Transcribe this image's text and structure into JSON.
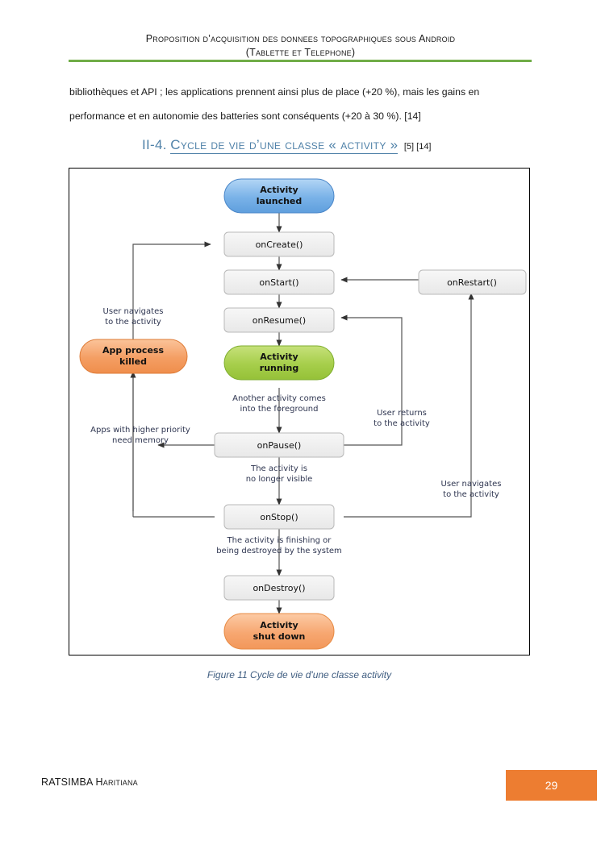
{
  "header": {
    "line1": "Proposition d’acquisition des donnees topographiques sous Android",
    "line2": "(Tablette et Telephone)",
    "rule_color": "#70AD47"
  },
  "body": {
    "line1": "bibliothèques et API ; les applications prennent ainsi plus de place (+20 %), mais les gains en",
    "line2": "performance et en autonomie des batteries sont conséquents (+20 à 30 %). [14]"
  },
  "heading": {
    "number": "II-4.",
    "title": "Cycle de vie d’une classe « activity »",
    "refs": "[5] [14]",
    "color": "#4F81A8"
  },
  "figure": {
    "caption": "Figure 11 Cycle de vie d'une classe activity",
    "frame_border_color": "#000000",
    "nodes": [
      {
        "id": "activity-launched",
        "label_line1": "Activity",
        "label_line2": "launched",
        "shape": "pill",
        "color": "#6CA6E0"
      },
      {
        "id": "oncreate",
        "label_line1": "onCreate()",
        "label_line2": "",
        "shape": "rect",
        "color": "#EFEFEF"
      },
      {
        "id": "onstart",
        "label_line1": "onStart()",
        "label_line2": "",
        "shape": "rect",
        "color": "#EFEFEF"
      },
      {
        "id": "onrestart",
        "label_line1": "onRestart()",
        "label_line2": "",
        "shape": "rect",
        "color": "#EFEFEF"
      },
      {
        "id": "onresume",
        "label_line1": "onResume()",
        "label_line2": "",
        "shape": "rect",
        "color": "#EFEFEF"
      },
      {
        "id": "app-process-killed",
        "label_line1": "App process",
        "label_line2": "killed",
        "shape": "pill",
        "color": "#F29A5E"
      },
      {
        "id": "activity-running",
        "label_line1": "Activity",
        "label_line2": "running",
        "shape": "pill",
        "color": "#A4CE4E"
      },
      {
        "id": "onpause",
        "label_line1": "onPause()",
        "label_line2": "",
        "shape": "rect",
        "color": "#EFEFEF"
      },
      {
        "id": "onstop",
        "label_line1": "onStop()",
        "label_line2": "",
        "shape": "rect",
        "color": "#EFEFEF"
      },
      {
        "id": "ondestroy",
        "label_line1": "onDestroy()",
        "label_line2": "",
        "shape": "rect",
        "color": "#EFEFEF"
      },
      {
        "id": "activity-shut-down",
        "label_line1": "Activity",
        "label_line2": "shut down",
        "shape": "pill",
        "color": "#F4A368"
      }
    ],
    "edge_labels": [
      {
        "id": "user-navigates-left",
        "line1": "User navigates",
        "line2": "to the activity"
      },
      {
        "id": "another-activity",
        "line1": "Another activity comes",
        "line2": "into the foreground"
      },
      {
        "id": "user-returns",
        "line1": "User returns",
        "line2": "to the activity"
      },
      {
        "id": "apps-higher-priority",
        "line1": "Apps with higher priority",
        "line2": "need memory"
      },
      {
        "id": "no-longer-visible",
        "line1": "The activity is",
        "line2": "no longer visible"
      },
      {
        "id": "user-navigates-right",
        "line1": "User navigates",
        "line2": "to the activity"
      },
      {
        "id": "finishing-destroyed",
        "line1": "The activity is finishing or",
        "line2": "being destroyed by the system"
      }
    ]
  },
  "footer": {
    "author": "RATSIMBA Haritiana",
    "page_number": "29",
    "page_box_color": "#ED7D31"
  }
}
